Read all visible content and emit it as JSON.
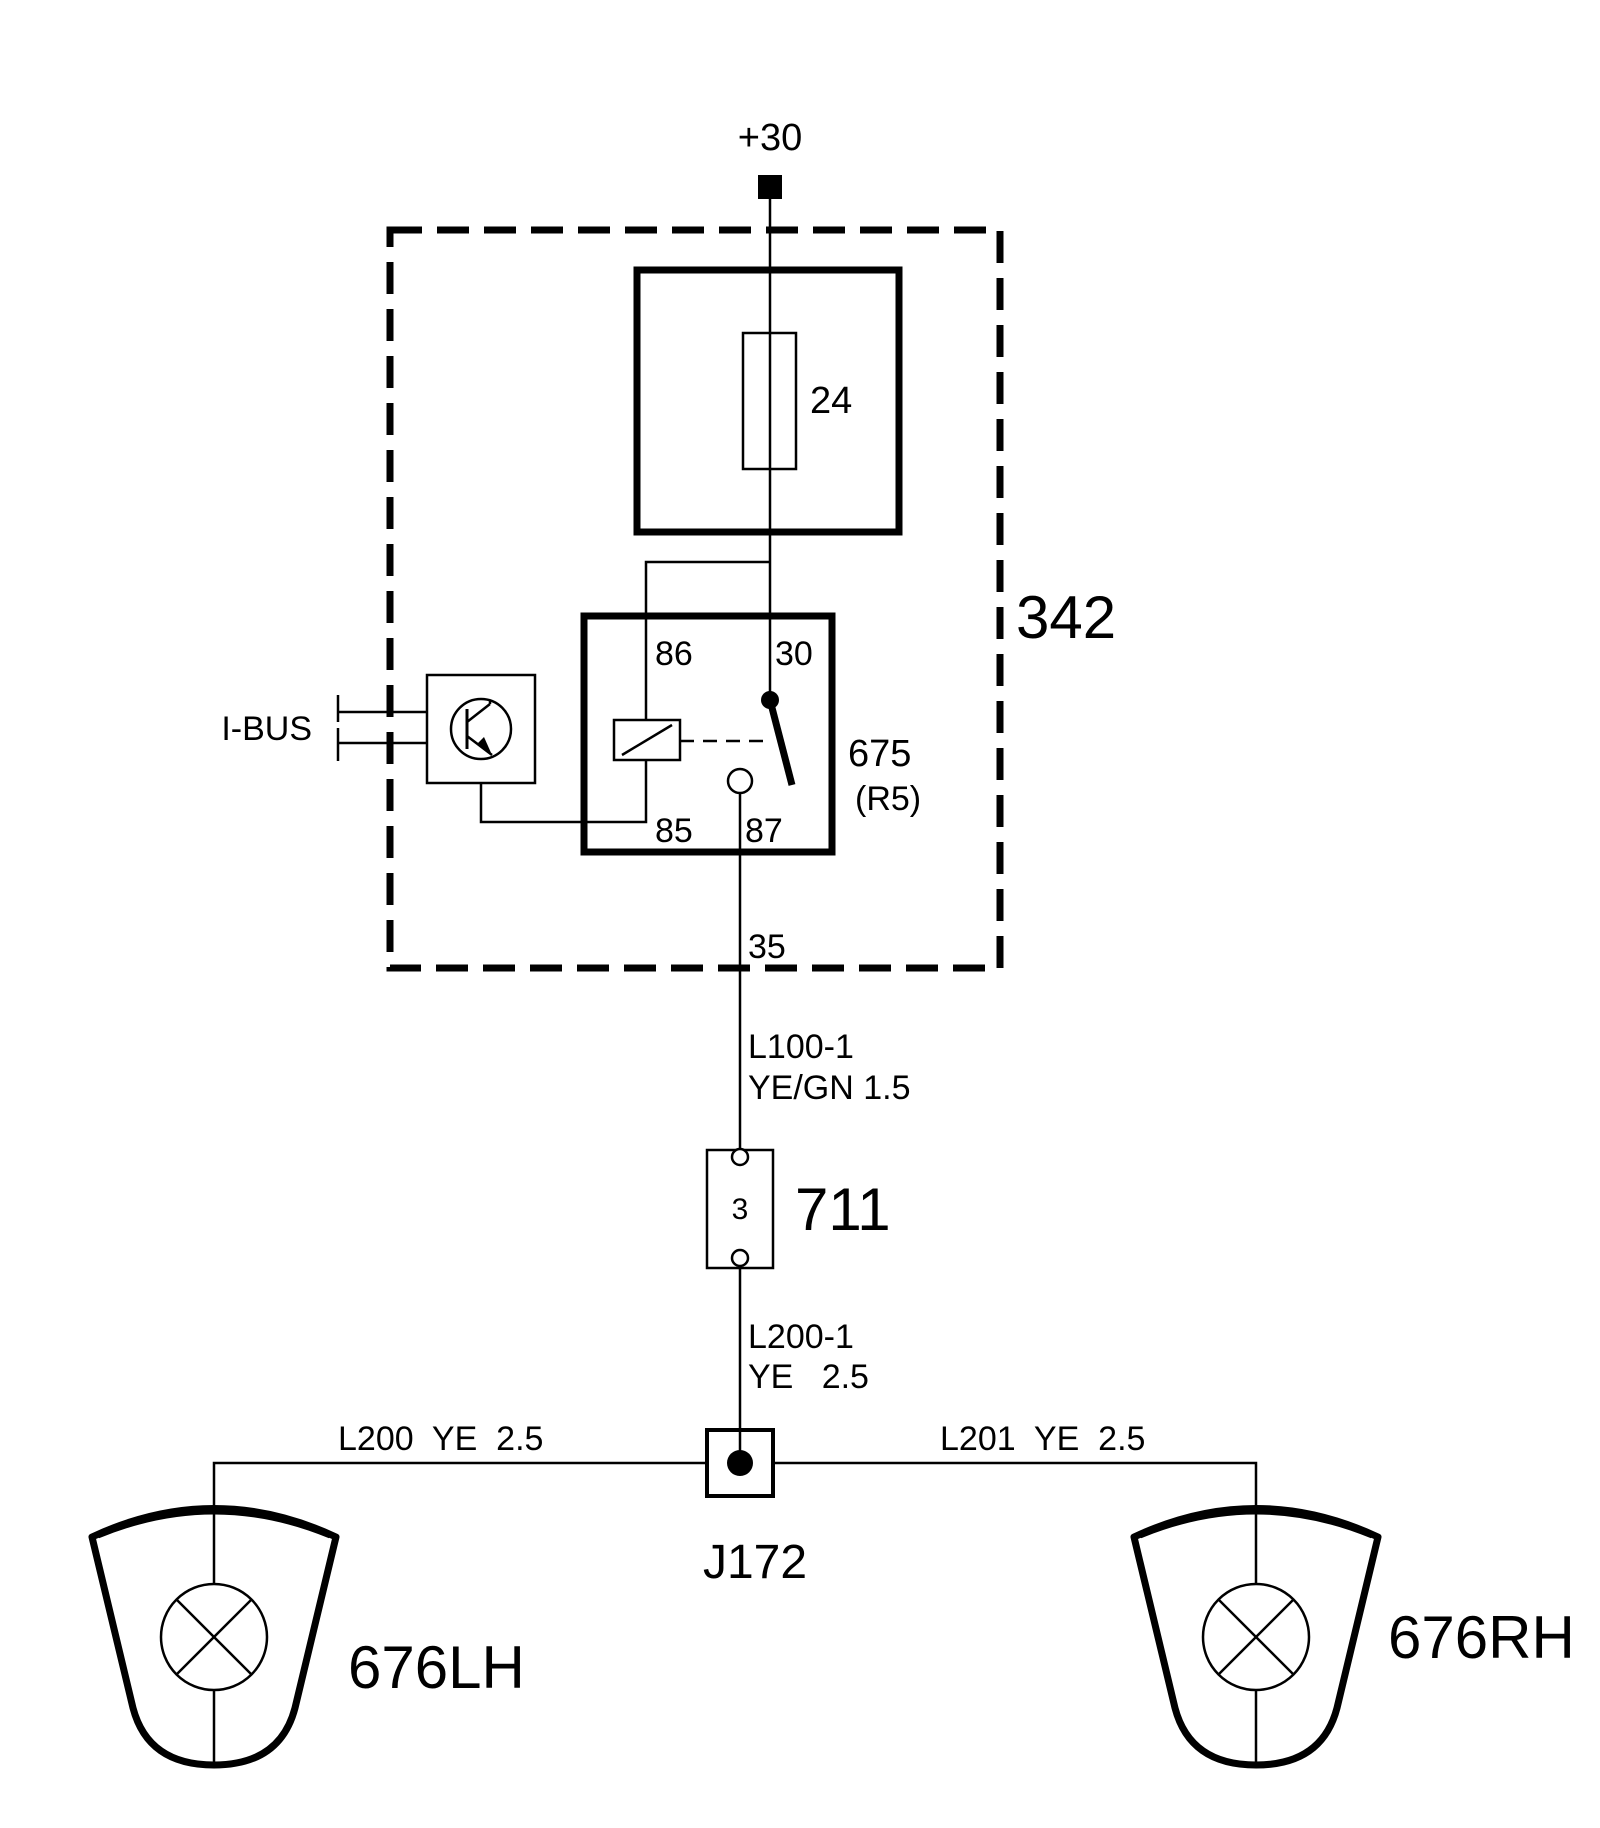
{
  "supply": {
    "label": "+30"
  },
  "module": {
    "label": "342"
  },
  "fuse": {
    "label": "24"
  },
  "relay": {
    "label": "675",
    "sub_label": "(R5)",
    "pins": {
      "p86": "86",
      "p30": "30",
      "p85": "85",
      "p87": "87"
    }
  },
  "bus": {
    "label": "I-BUS"
  },
  "wires": {
    "pin_out": "35",
    "main_id": "L100-1",
    "main_spec": "YE/GN 1.5",
    "lower_id": "L200-1",
    "lower_spec": "YE   2.5",
    "left": "L200  YE  2.5",
    "right": "L201  YE  2.5"
  },
  "connector": {
    "label": "711",
    "pin": "3"
  },
  "junction": {
    "label": "J172"
  },
  "lamps": {
    "left": "676LH",
    "right": "676RH"
  },
  "colors": {
    "line": "#000000",
    "background": "#ffffff"
  }
}
